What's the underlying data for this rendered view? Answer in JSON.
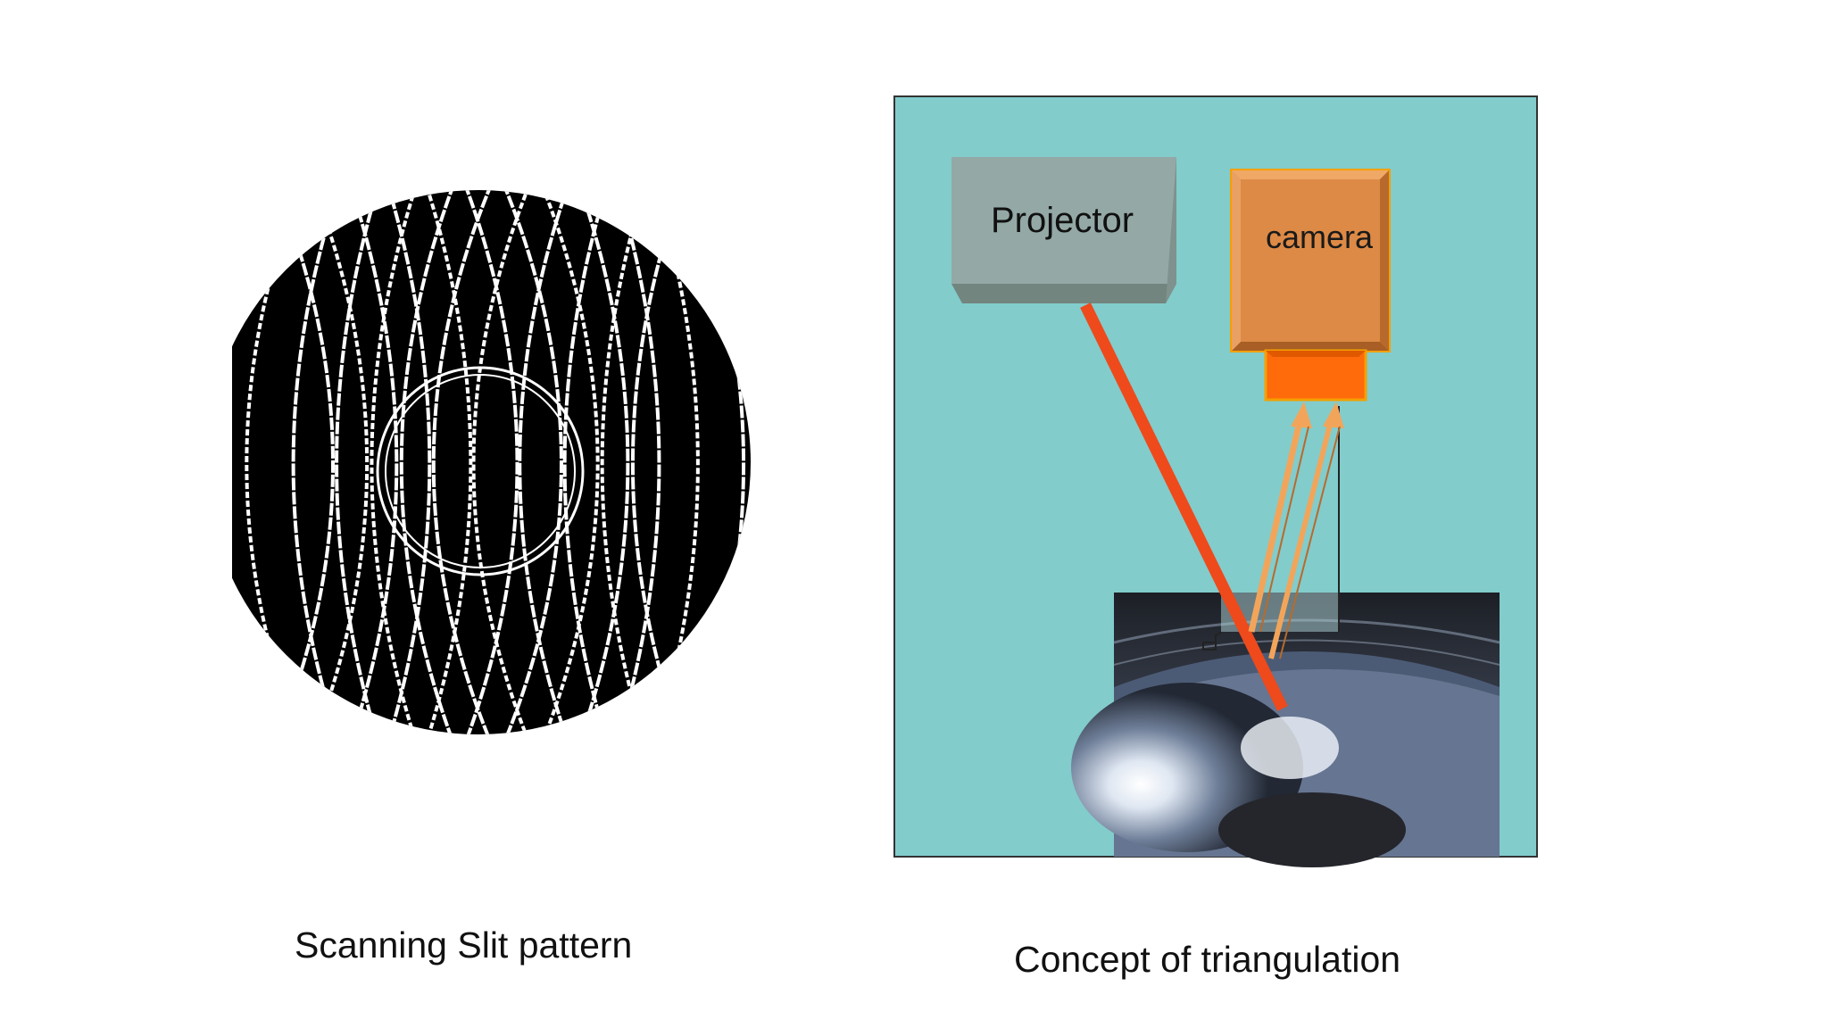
{
  "left_panel": {
    "caption": "Scanning Slit pattern",
    "slit_count": 12,
    "colors": {
      "disc": "#000000",
      "slit": "#ffffff"
    }
  },
  "right_panel": {
    "caption": "Concept of triangulation",
    "projector_label": "Projector",
    "camera_label": "camera",
    "colors": {
      "background": "#82cccc",
      "projector": "#94a9a6",
      "camera": "#dd8a46",
      "lens": "#ff6a0a",
      "beam": "#ee4a1c",
      "reflection": "#f2a55a"
    }
  }
}
